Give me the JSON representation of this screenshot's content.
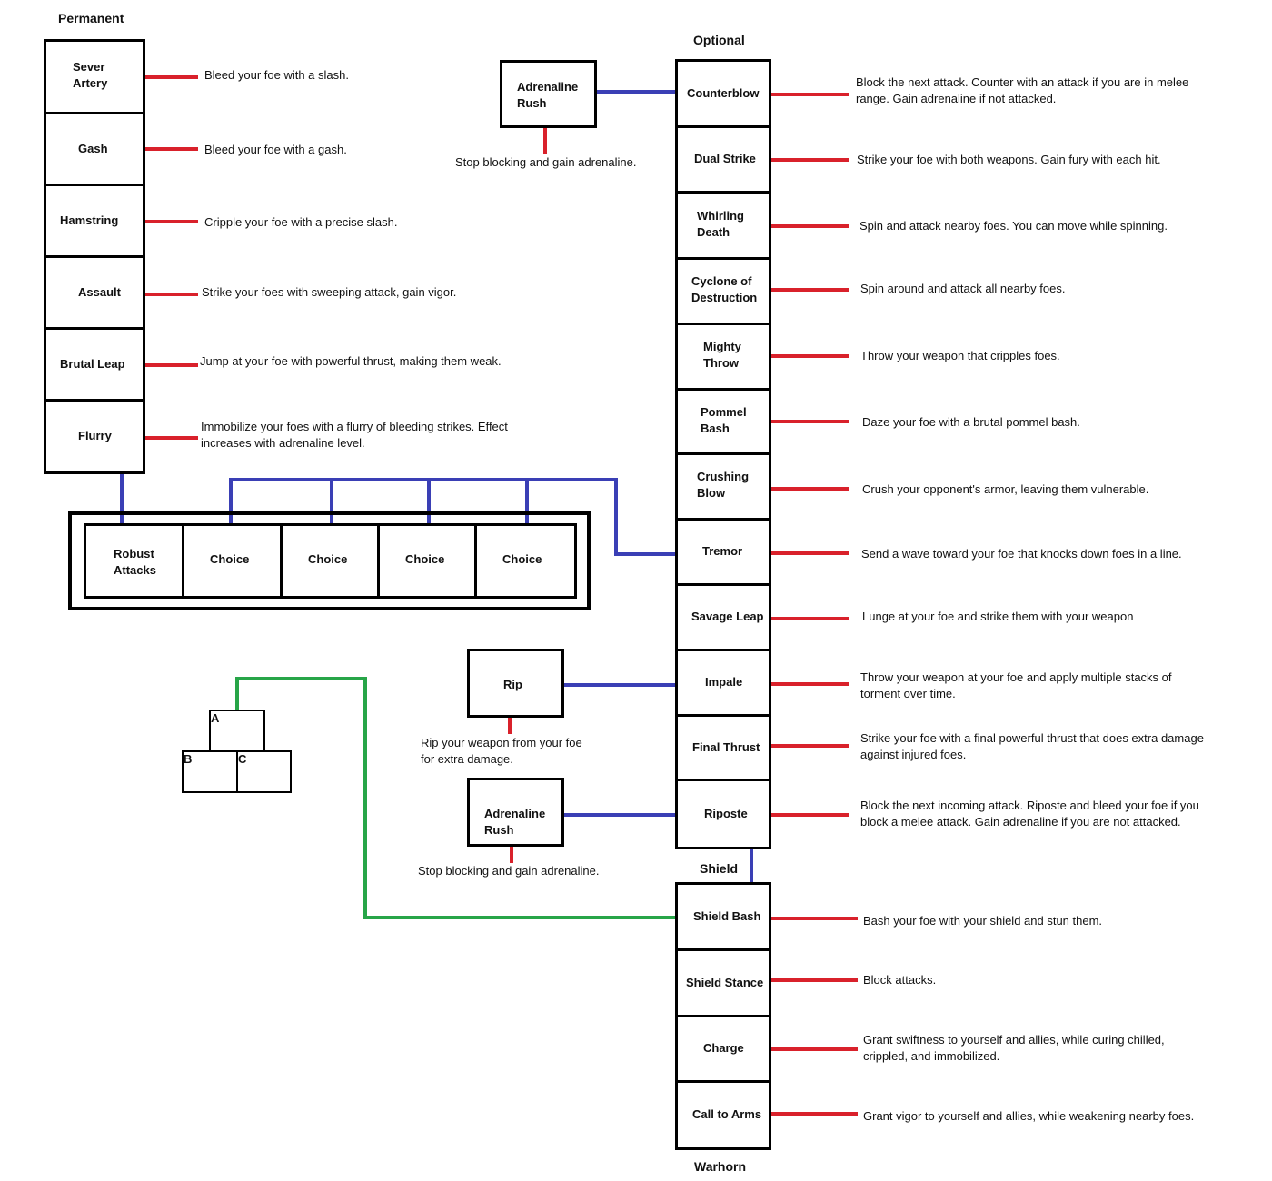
{
  "headers": {
    "permanent": "Permanent",
    "optional": "Optional",
    "shield": "Shield",
    "warhorn": "Warhorn"
  },
  "colors": {
    "connector_red": "#d9212b",
    "connector_blue": "#3a3fb5",
    "connector_green": "#27a548",
    "border": "#000000"
  },
  "permanent_skills": [
    {
      "name": "Sever\nArtery",
      "desc": "Bleed your foe with a slash."
    },
    {
      "name": "Gash",
      "desc": "Bleed your foe with a gash."
    },
    {
      "name": "Hamstring",
      "desc": "Cripple your foe with a precise slash."
    },
    {
      "name": "Assault",
      "desc": "Strike your foes with sweeping attack, gain vigor."
    },
    {
      "name": "Brutal Leap",
      "desc": "Jump at your foe with powerful thrust, making them weak."
    },
    {
      "name": "Flurry",
      "desc": "Immobilize your foes with a flurry of bleeding strikes. Effect\nincreases with adrenaline level."
    }
  ],
  "choice_row": [
    "Robust\nAttacks",
    "Choice",
    "Choice",
    "Choice",
    "Choice"
  ],
  "optional_skills": [
    {
      "name": "Counterblow",
      "desc": "Block the next attack. Counter with an attack if you are in melee\nrange. Gain adrenaline if not attacked."
    },
    {
      "name": "Dual Strike",
      "desc": "Strike your foe with both weapons. Gain fury with each hit."
    },
    {
      "name": "Whirling\nDeath",
      "desc": "Spin and attack nearby foes. You can move while spinning."
    },
    {
      "name": "Cyclone of\nDestruction",
      "desc": "Spin around and attack all nearby foes."
    },
    {
      "name": "Mighty\nThrow",
      "desc": "Throw your weapon that cripples foes."
    },
    {
      "name": "Pommel\nBash",
      "desc": "Daze your foe with a brutal pommel bash."
    },
    {
      "name": "Crushing\nBlow",
      "desc": "Crush your opponent's armor, leaving them vulnerable."
    },
    {
      "name": "Tremor",
      "desc": "Send a wave toward your foe that knocks down foes in a line."
    },
    {
      "name": "Savage Leap",
      "desc": "Lunge at your foe and strike them with your weapon"
    },
    {
      "name": "Impale",
      "desc": "Throw your weapon at your foe and apply multiple stacks of\ntorment over time."
    },
    {
      "name": "Final Thrust",
      "desc": "Strike your foe with a final powerful thrust that does extra damage\nagainst injured foes."
    },
    {
      "name": "Riposte",
      "desc": "Block the next incoming attack. Riposte and bleed your foe if you\nblock a melee attack. Gain adrenaline if you are not attacked."
    }
  ],
  "shield_skills": [
    {
      "name": "Shield Bash",
      "desc": "Bash your foe with your shield and stun them."
    },
    {
      "name": "Shield Stance",
      "desc": "Block attacks."
    }
  ],
  "warhorn_skills": [
    {
      "name": "Charge",
      "desc": "Grant swiftness to yourself and allies, while curing chilled,\ncrippled, and immobilized."
    },
    {
      "name": "Call to Arms",
      "desc": "Grant vigor to yourself and allies, while weakening nearby foes."
    }
  ],
  "side_skills": [
    {
      "name": "Adrenaline\nRush",
      "desc": "Stop blocking and gain adrenaline."
    },
    {
      "name": "Rip",
      "desc": "Rip your weapon from your foe\nfor extra damage."
    },
    {
      "name": "Adrenaline\nRush",
      "desc": "Stop blocking and gain adrenaline."
    }
  ],
  "legend": {
    "a": "A",
    "b": "B",
    "c": "C"
  }
}
